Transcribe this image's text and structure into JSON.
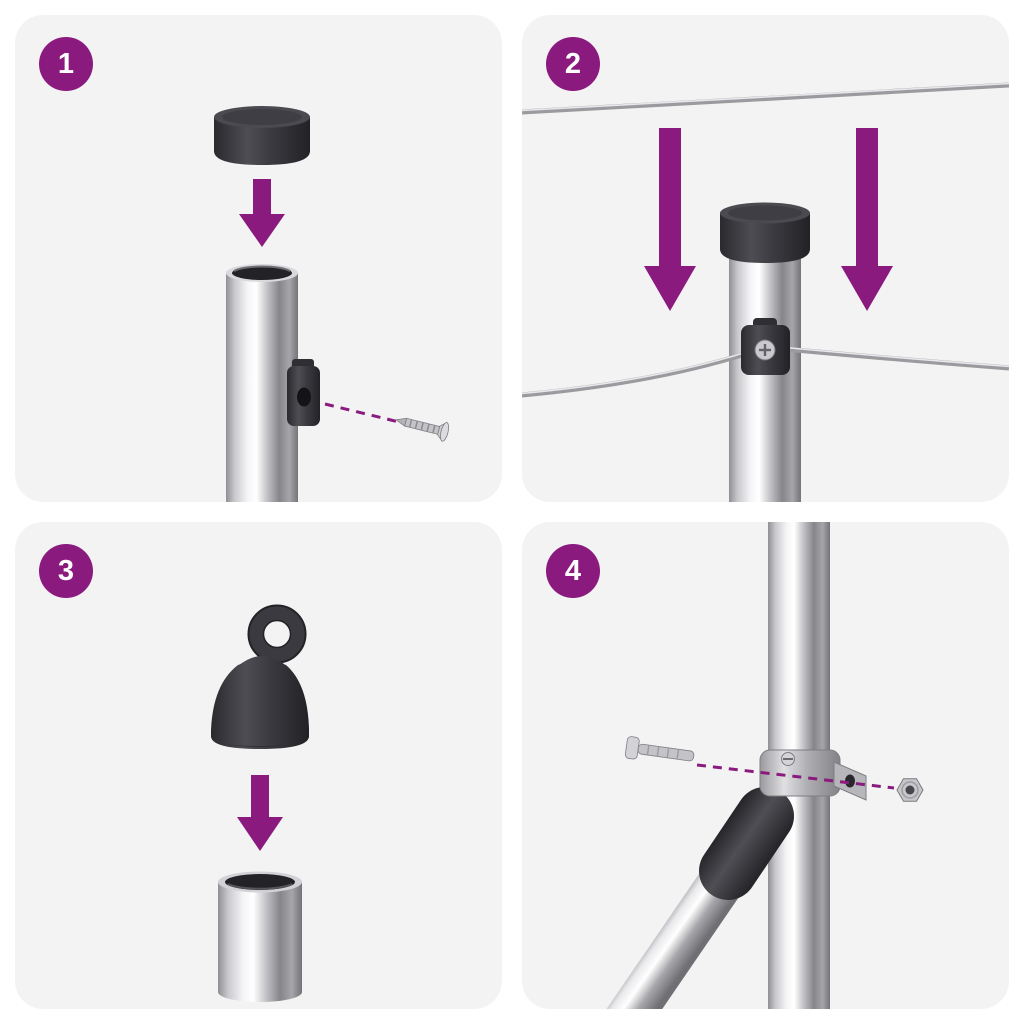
{
  "document": {
    "type": "assembly-instructions",
    "steps_total": 4
  },
  "colors": {
    "accent": "#8A1A7E",
    "panel_bg": "#F3F3F3",
    "background": "#FFFFFF",
    "dark_part": "#3A3A40",
    "chrome_mid": "#C2C2C6",
    "wire": "#9B9B9F"
  },
  "panels": [
    {
      "step": "1",
      "parts": [
        "post-cap",
        "down-arrow",
        "metal-post",
        "wire-clamp",
        "screw"
      ]
    },
    {
      "step": "2",
      "parts": [
        "top-tension-wire",
        "down-arrow-left",
        "down-arrow-right",
        "capped-post",
        "wire-clamp",
        "lower-tension-wire"
      ]
    },
    {
      "step": "3",
      "parts": [
        "eyelet-cap",
        "down-arrow",
        "metal-tube"
      ]
    },
    {
      "step": "4",
      "parts": [
        "vertical-post",
        "diagonal-brace",
        "brace-connector",
        "pipe-clamp",
        "bolt",
        "nut"
      ]
    }
  ]
}
